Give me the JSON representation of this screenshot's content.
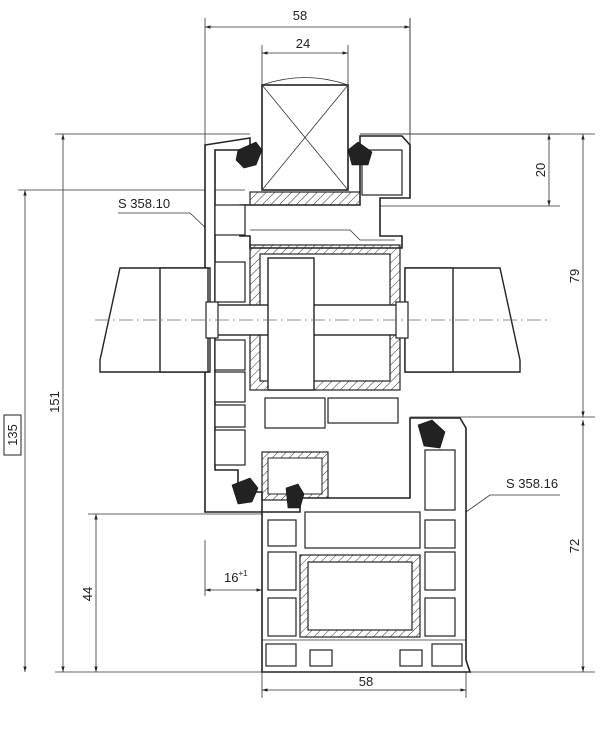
{
  "dimensions": {
    "top_width": "58",
    "glass_width": "24",
    "seal_height": "20",
    "upper_height": "79",
    "lower_height": "72",
    "total_height": "151",
    "box_height": "135",
    "frame_height": "44",
    "overlap": "16",
    "overlap_sup": "+1",
    "bottom_width": "58"
  },
  "labels": {
    "sash_profile": "S 358.10",
    "frame_profile": "S 358.16"
  }
}
